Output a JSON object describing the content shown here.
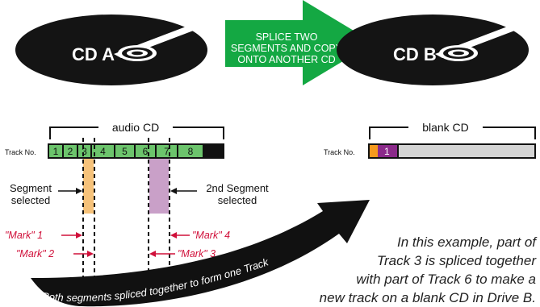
{
  "discs": {
    "source_label": "CD A",
    "target_label": "CD B"
  },
  "arrow_text": {
    "line1": "SPLICE TWO",
    "line2": "SEGMENTS AND COPY",
    "line3": "ONTO ANOTHER CD"
  },
  "source_cd": {
    "label": "audio CD",
    "track_no_label": "Track No.",
    "tracks": [
      "1",
      "2",
      "3",
      "4",
      "5",
      "6",
      "7",
      "8"
    ]
  },
  "target_cd": {
    "label": "blank CD",
    "track_no_label": "Track No.",
    "new_track": "1"
  },
  "segments": {
    "first_line1": "Segment",
    "first_line2": "selected",
    "second_line1": "2nd Segment",
    "second_line2": "selected"
  },
  "marks": {
    "mark1": "\"Mark\" 1",
    "mark2": "\"Mark\" 2",
    "mark3": "\"Mark\" 3",
    "mark4": "\"Mark\" 4"
  },
  "curve_text": "Both segments spliced together to form one Track",
  "explanation": {
    "line1": "In this example, part of",
    "line2": "Track 3 is spliced together",
    "line3": "with part of Track 6 to make a",
    "line4": "new track on a blank CD in Drive B."
  },
  "colors": {
    "track_green": "#6cc46c",
    "arrow_green": "#14a843",
    "segment_orange": "#f6c27a",
    "segment_purple": "#c9a0c8",
    "new_track_orange": "#f59a1e",
    "new_track_purple": "#8b2a8a",
    "blank_gray": "#d4d4d4",
    "mark_red": "#d0103a",
    "disc_black": "#141414"
  }
}
